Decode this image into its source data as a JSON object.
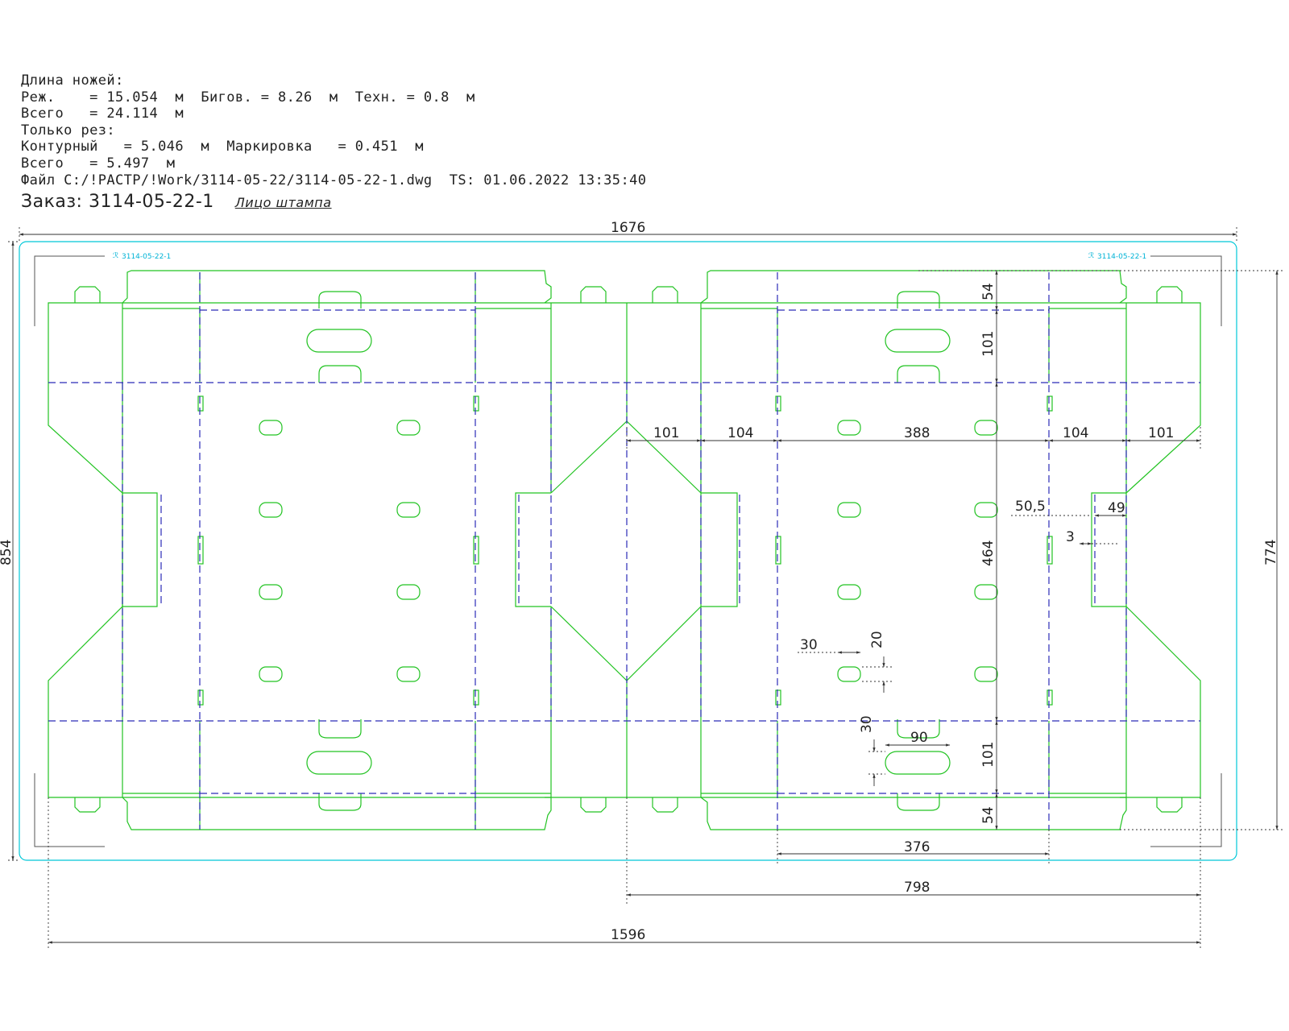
{
  "header": {
    "lines": [
      "Длина ножей:",
      "Реж.    = 15.054  м  Бигов. = 8.26  м  Техн. = 0.8  м",
      "Всего   = 24.114  м",
      "Только рез:",
      "Контурный   = 5.046  м  Маркировка   = 0.451  м",
      "Всего   = 5.497  м",
      "Файл C:/!РАСТР/!Work/3114-05-22/3114-05-22-1.dwg  TS: 01.06.2022 13:35:40"
    ],
    "order_label": "Заказ:",
    "order_number": "3114-05-22-1",
    "face_label": "Лицо штампа"
  },
  "stamp_marks": [
    "3114-05-22-1",
    "3114-05-22-1"
  ],
  "dimensions": {
    "overall_width": "1676",
    "overall_height": "854",
    "blank_width": "1596",
    "half_width": "798",
    "blank_height": "774",
    "panel_width": "376",
    "panel_388": "388",
    "flap_101_left": "101",
    "flap_104_left": "104",
    "flap_104_right": "104",
    "flap_101_right": "101",
    "top_54": "54",
    "top_101": "101",
    "center_464": "464",
    "bottom_101": "101",
    "bottom_54": "54",
    "d_50_5": "50,5",
    "d_49": "49",
    "d_3": "3",
    "hole_30_width": "30",
    "hole_20": "20",
    "handle_30": "30",
    "handle_90": "90"
  },
  "colors": {
    "cut": "#22c322",
    "crease": "#2b2bb8",
    "dimension": "#333333",
    "frame": "#00c8d8"
  }
}
